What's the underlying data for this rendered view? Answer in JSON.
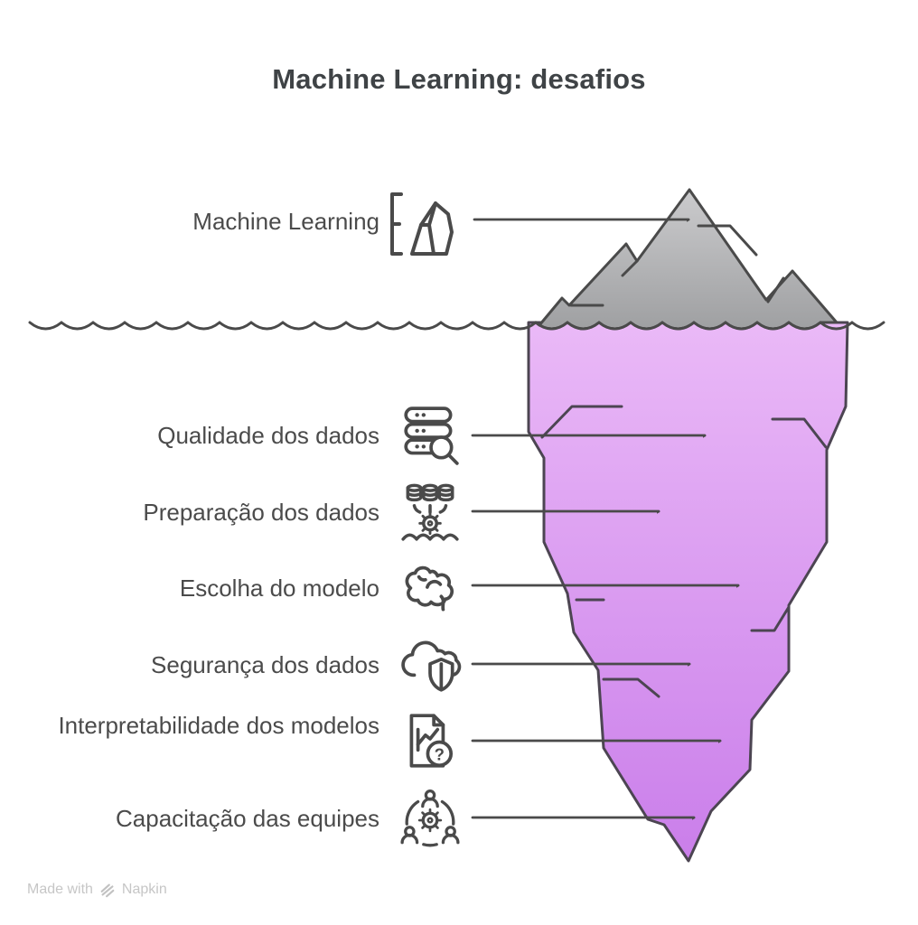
{
  "title": "Machine Learning: desafios",
  "surface": {
    "label": "Machine Learning",
    "icon": "iceberg-icon"
  },
  "items": [
    {
      "label": "Qualidade dos dados",
      "icon": "database-search-icon"
    },
    {
      "label": "Preparação dos dados",
      "icon": "data-funnel-gear-icon"
    },
    {
      "label": "Escolha do modelo",
      "icon": "brain-icon"
    },
    {
      "label": "Segurança dos dados",
      "icon": "cloud-shield-icon"
    },
    {
      "label": "Interpretabilidade dos modelos",
      "icon": "document-question-icon"
    },
    {
      "label": "Capacitação das equipes",
      "icon": "team-gear-icon"
    }
  ],
  "watermark": {
    "prefix": "Made with",
    "brand": "Napkin"
  },
  "colors": {
    "background": "#ffffff",
    "title_text": "#3f4346",
    "label_text": "#4b4b4b",
    "line_stroke": "#4a4a4a",
    "body_stroke": "#4c4552",
    "iceberg_top_light": "#c8c8ca",
    "iceberg_top_dark": "#9fa0a2",
    "iceberg_body_light": "#eab9f7",
    "iceberg_body_dark": "#ca7eea",
    "watermark_text": "#c6c6c6"
  }
}
